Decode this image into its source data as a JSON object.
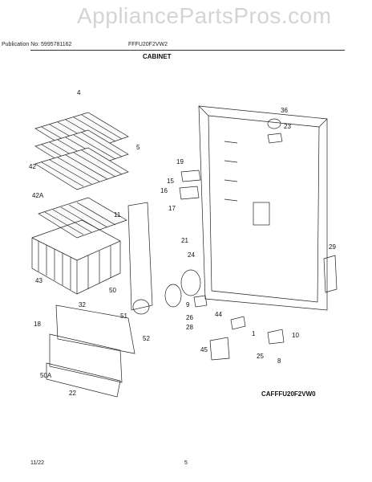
{
  "watermark": "AppliancePartsPros.com",
  "header": {
    "publication": "Publication No: 5995781162",
    "model": "FFFU20F2VW2",
    "section": "CABINET"
  },
  "diagram_code": "CAFFFU20F2VW0",
  "footer": {
    "date": "11/22",
    "page": "5"
  },
  "callouts": [
    "4",
    "5",
    "42",
    "42A",
    "43",
    "11",
    "50",
    "32",
    "18",
    "51",
    "52",
    "50A",
    "22",
    "19",
    "15",
    "16",
    "17",
    "21",
    "24",
    "28",
    "9",
    "26",
    "44",
    "1",
    "45",
    "36",
    "23",
    "29",
    "10",
    "25",
    "8"
  ],
  "colors": {
    "line": "#222222",
    "watermark": "#d4d4d4"
  }
}
